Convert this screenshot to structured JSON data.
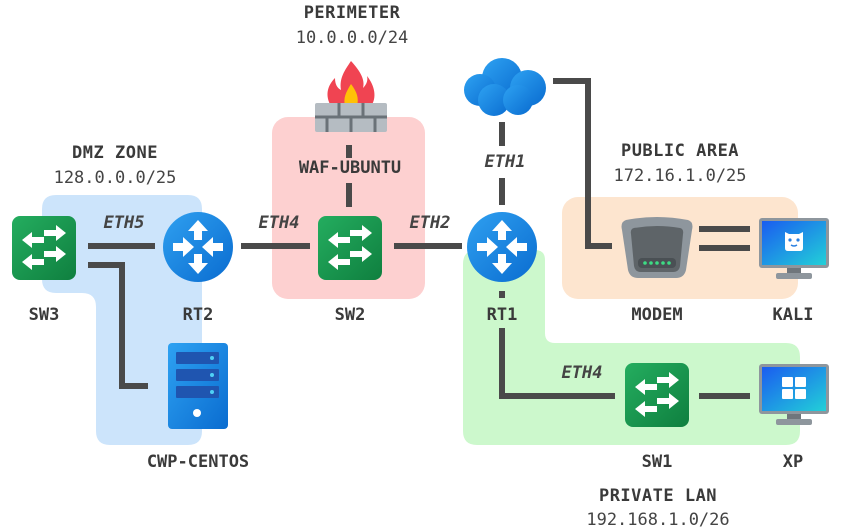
{
  "zones": {
    "dmz": {
      "title": "DMZ ZONE",
      "cidr": "128.0.0.0/25",
      "color": "#cce4fb"
    },
    "perimeter": {
      "title": "PERIMETER",
      "cidr": "10.0.0.0/24",
      "color": "#fdd0d0"
    },
    "public": {
      "title": "PUBLIC AREA",
      "cidr": "172.16.1.0/25",
      "color": "#fde5cf"
    },
    "private": {
      "title": "PRIVATE LAN",
      "cidr": "192.168.1.0/26",
      "color": "#ccf8cc"
    }
  },
  "nodes": {
    "sw3": {
      "label": "SW3",
      "icon": "switch-icon"
    },
    "rt2": {
      "label": "RT2",
      "icon": "router-icon"
    },
    "sw2": {
      "label": "SW2",
      "icon": "switch-icon"
    },
    "rt1": {
      "label": "RT1",
      "icon": "router-icon"
    },
    "modem": {
      "label": "MODEM",
      "icon": "modem-icon"
    },
    "kali": {
      "label": "KALI",
      "icon": "monitor-icon"
    },
    "sw1": {
      "label": "SW1",
      "icon": "switch-icon"
    },
    "xp": {
      "label": "XP",
      "icon": "monitor-icon"
    },
    "cwp": {
      "label": "CWP-CENTOS",
      "icon": "server-icon"
    },
    "waf": {
      "label": "WAF-UBUNTU",
      "icon": "firewall-icon"
    },
    "internet": {
      "label": "",
      "icon": "cloud-icon"
    }
  },
  "interfaces": {
    "sw3_rt2": "ETH5",
    "rt2_sw2": "ETH4",
    "sw2_rt1": "ETH2",
    "rt1_cloud": "ETH1",
    "rt1_sw1": "ETH4"
  },
  "colors": {
    "link": "#4a4a4a",
    "switch": "#1e9e55",
    "router": "#1e88e5",
    "monitor_screen": "#2a7fe0"
  }
}
